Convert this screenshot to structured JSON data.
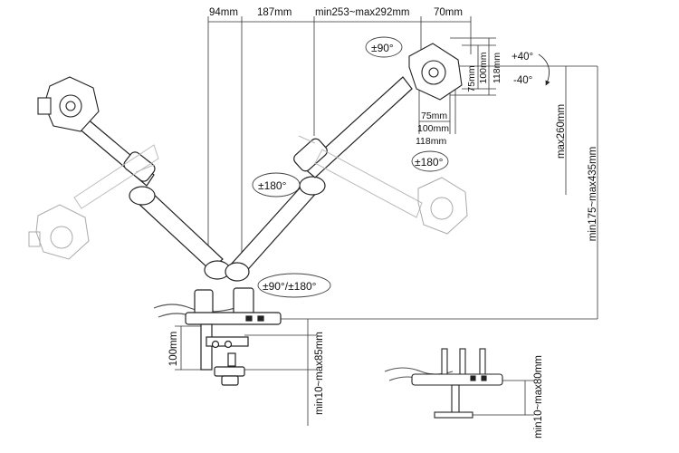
{
  "top_dimensions": {
    "d1": "94mm",
    "d2": "187mm",
    "d3": "min253~max292mm",
    "d4": "70mm"
  },
  "vesa": {
    "rotation": "±90°",
    "v75": "75mm",
    "v100": "100mm",
    "v118": "118mm",
    "h75": "75mm",
    "h100": "100mm",
    "h118": "118mm"
  },
  "tilt": {
    "up": "+40°",
    "down": "-40°"
  },
  "rotations": {
    "head_swivel": "±180°",
    "arm_swivel": "±180°",
    "base_swivel": "±90°/±180°"
  },
  "heights": {
    "max_reach": "max260mm",
    "total_height": "min175~max435mm",
    "base_height": "100mm",
    "clamp_range": "min10~max85mm",
    "grommet_range": "min10~max80mm"
  }
}
